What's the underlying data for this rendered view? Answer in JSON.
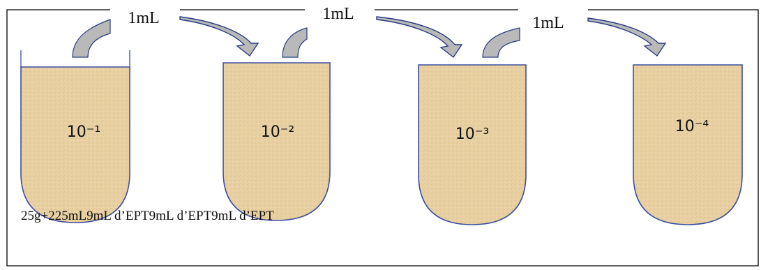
{
  "transfers": [
    {
      "label": "1mL"
    },
    {
      "label": "1mL"
    },
    {
      "label": "1mL"
    }
  ],
  "tubes": [
    {
      "dilution": "10⁻¹"
    },
    {
      "dilution": "10⁻²"
    },
    {
      "dilution": "10⁻³"
    },
    {
      "dilution": "10⁻⁴"
    }
  ],
  "caption": "25g+225mL9mL d’EPT9mL d’EPT9mL d’EPT",
  "colors": {
    "liquid": "#e7cf9f",
    "liquid_dark": "#dcc08a",
    "tube_stroke": "#3c4fa0",
    "arrow_fill": "#b9b9b9",
    "arrow_stroke": "#2a3b80"
  }
}
